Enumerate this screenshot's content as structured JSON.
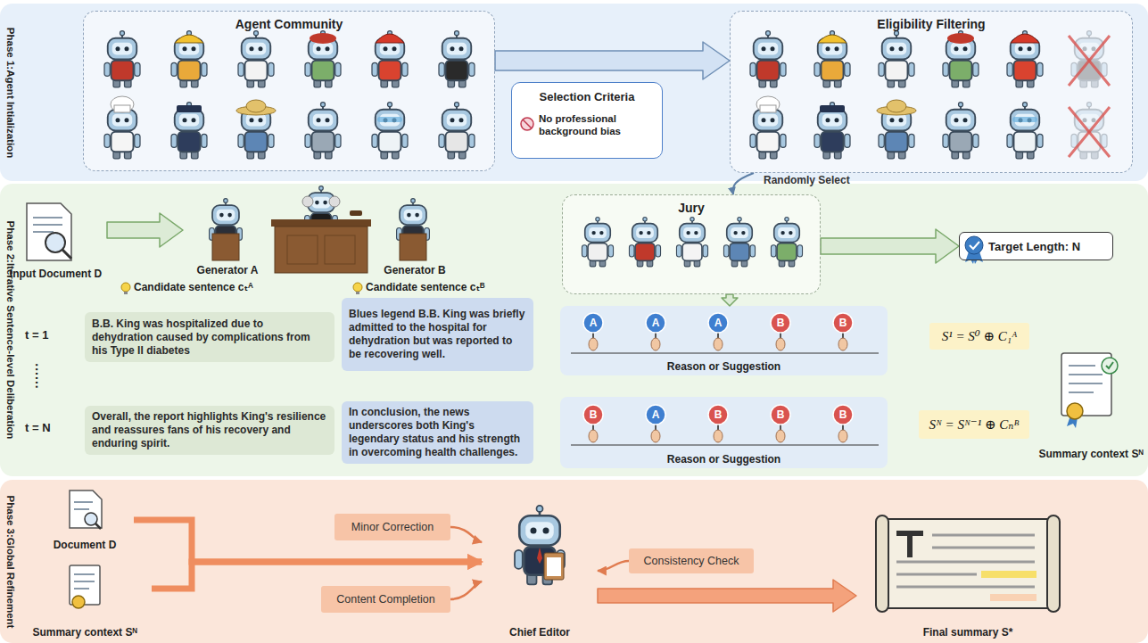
{
  "diagram": {
    "nodes": [
      {
        "text": [
          "Phase 1:Agent Intialization"
        ]
      },
      {
        "text": [
          "Agent Community"
        ],
        "in": 0
      },
      {
        "text": [
          "Selection Criteria",
          "No professional background bias"
        ],
        "in": 0
      },
      {
        "text": [
          "Eligibility Filtering"
        ],
        "in": 0
      },
      {
        "text": [
          "Phase 2:Iterative Sentence-level Deliberation"
        ]
      },
      {
        "text": [
          "Input Document D"
        ],
        "in": 4
      },
      {
        "text": [
          "Generator A"
        ],
        "in": 4
      },
      {
        "text": [
          "Generator B"
        ],
        "in": 4
      },
      {
        "text": [
          "Jury"
        ],
        "in": 4
      },
      {
        "text": [
          "Target Length: N"
        ],
        "in": 4
      },
      {
        "text": [
          "B.B. King was hospitalized due to dehydration caused by complications from his Type II diabetes"
        ],
        "in": 4
      },
      {
        "text": [
          "Blues legend B.B. King was briefly admitted to the hospital for dehydration but was reported to be recovering well."
        ],
        "in": 4
      },
      {
        "text": [
          "Reason or Suggestion"
        ],
        "in": 4
      },
      {
        "text": [
          "S¹ = S⁰ ⊕ C₁ᴬ"
        ],
        "in": 4
      },
      {
        "text": [
          "Overall, the report highlights King's resilience and reassures fans of his recovery and enduring spirit."
        ],
        "in": 4
      },
      {
        "text": [
          "In conclusion, the news underscores both King's legendary status and his strength in overcoming health challenges."
        ],
        "in": 4
      },
      {
        "text": [
          "Reason or Suggestion"
        ],
        "in": 4
      },
      {
        "text": [
          "Sᴺ = Sᴺ⁻¹ ⊕ Cₙᴮ"
        ],
        "in": 4
      },
      {
        "text": [
          "Summary context Sᴺ"
        ],
        "in": 4
      },
      {
        "text": [
          "Phase 3:Global Refinement"
        ]
      },
      {
        "text": [
          "Document D"
        ],
        "in": 19
      },
      {
        "text": [
          "Summary context Sᴺ"
        ],
        "in": 19
      },
      {
        "text": [
          "Minor Correction"
        ],
        "in": 19
      },
      {
        "text": [
          "Content Completion"
        ],
        "in": 19
      },
      {
        "text": [
          "Chief Editor"
        ],
        "in": 19
      },
      {
        "text": [
          "Consistency Check"
        ],
        "in": 19
      },
      {
        "text": [
          "Final summary S*"
        ],
        "in": 19
      }
    ],
    "edges": [
      {
        "from": 1,
        "to": 3,
        "arrow": "to"
      },
      {
        "from": 3,
        "to": 8,
        "label": "Randomly Select",
        "arrow": "to"
      },
      {
        "from": 5,
        "to": 6,
        "arrow": "to"
      },
      {
        "from": 8,
        "to": 9,
        "arrow": "to"
      },
      {
        "from": 8,
        "to": 12,
        "arrow": "to"
      },
      {
        "from": 20,
        "to": 24,
        "arrow": "to"
      },
      {
        "from": 21,
        "to": 24,
        "arrow": "to"
      },
      {
        "from": 22,
        "to": 24,
        "arrow": "to"
      },
      {
        "from": 23,
        "to": 24,
        "arrow": "to"
      },
      {
        "from": 25,
        "to": 24,
        "arrow": "to"
      },
      {
        "from": 24,
        "to": 26,
        "arrow": "to"
      }
    ],
    "labels": [
      "Candidate sentence cₜᴬ",
      "Candidate sentence cₜᴮ",
      "t = 1",
      "......",
      "t = N",
      "A",
      "A",
      "A",
      "B",
      "B",
      "B",
      "A",
      "B",
      "B",
      "B"
    ]
  }
}
